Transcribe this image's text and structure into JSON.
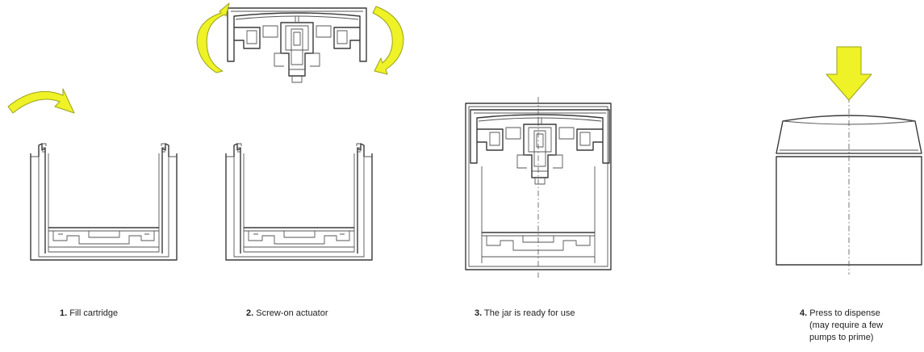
{
  "colors": {
    "arrow_fill": "#eef226",
    "arrow_stroke": "#9aa21c",
    "line": "#3a3a3a"
  },
  "steps": [
    {
      "number": "1.",
      "text": "Fill cartridge",
      "icon": "curved-arrow-icon"
    },
    {
      "number": "2.",
      "text": "Screw-on actuator",
      "icon": "rotate-arrows-icon"
    },
    {
      "number": "3.",
      "text": "The jar is ready for use",
      "icon": ""
    },
    {
      "number": "4.",
      "text": "Press to dispense",
      "extra_lines": [
        "(may require a few",
        "pumps to prime)"
      ],
      "icon": "down-arrow-icon"
    }
  ]
}
